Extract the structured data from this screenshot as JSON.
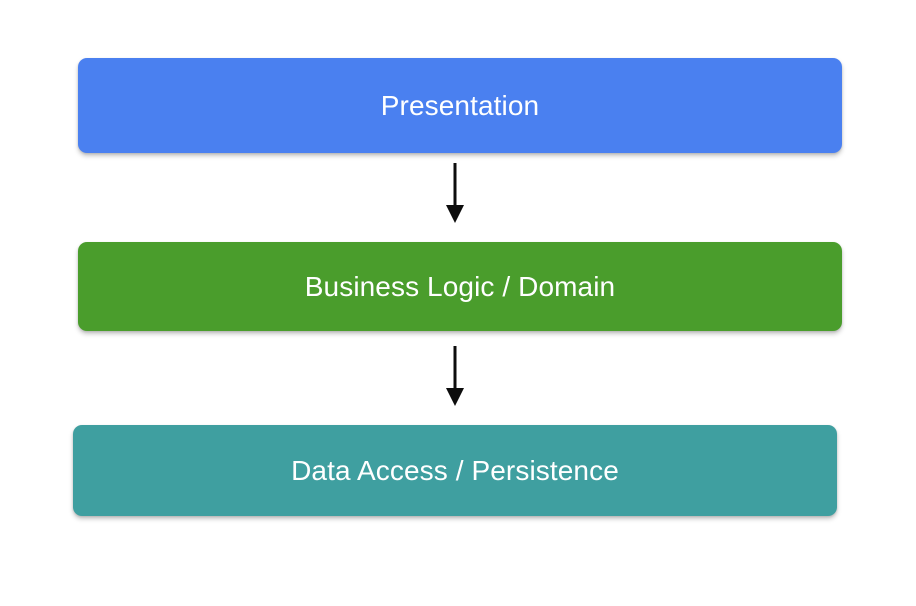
{
  "diagram": {
    "type": "layered-architecture",
    "background_color": "#ffffff",
    "orientation": "vertical-top-down",
    "layers": [
      {
        "id": "presentation",
        "label": "Presentation",
        "color": "#4a80f0",
        "text_color": "#ffffff",
        "order": 1
      },
      {
        "id": "business-logic",
        "label": "Business Logic / Domain",
        "color": "#4a9d2c",
        "text_color": "#ffffff",
        "order": 2
      },
      {
        "id": "data-access",
        "label": "Data Access / Persistence",
        "color": "#3f9fa0",
        "text_color": "#ffffff",
        "order": 3
      }
    ],
    "connectors": [
      {
        "id": "presentation-to-business",
        "from": "presentation",
        "to": "business-logic",
        "style": "solid-arrow-down",
        "color": "#0d0d0d"
      },
      {
        "id": "business-to-data",
        "from": "business-logic",
        "to": "data-access",
        "style": "solid-arrow-down",
        "color": "#0d0d0d"
      }
    ]
  }
}
